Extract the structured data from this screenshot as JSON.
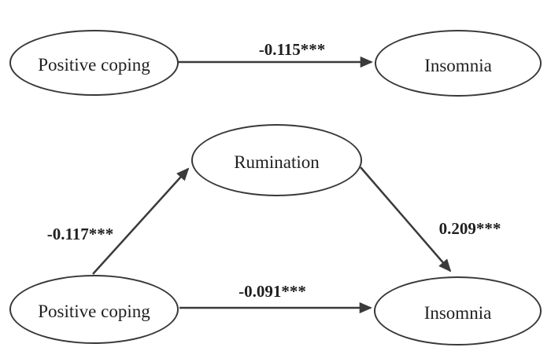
{
  "colors": {
    "background": "#ffffff",
    "line": "#3a3a3a",
    "text": "#1f1f1f"
  },
  "total_effect_model": {
    "predictor": "Positive coping",
    "outcome": "Insomnia",
    "path_coefficient": "-0.115***"
  },
  "mediation_model": {
    "predictor": "Positive coping",
    "mediator": "Rumination",
    "outcome": "Insomnia",
    "predictor_to_mediator_coefficient": "-0.117***",
    "mediator_to_outcome_coefficient": "0.209***",
    "predictor_to_outcome_coefficient": "-0.091***"
  }
}
